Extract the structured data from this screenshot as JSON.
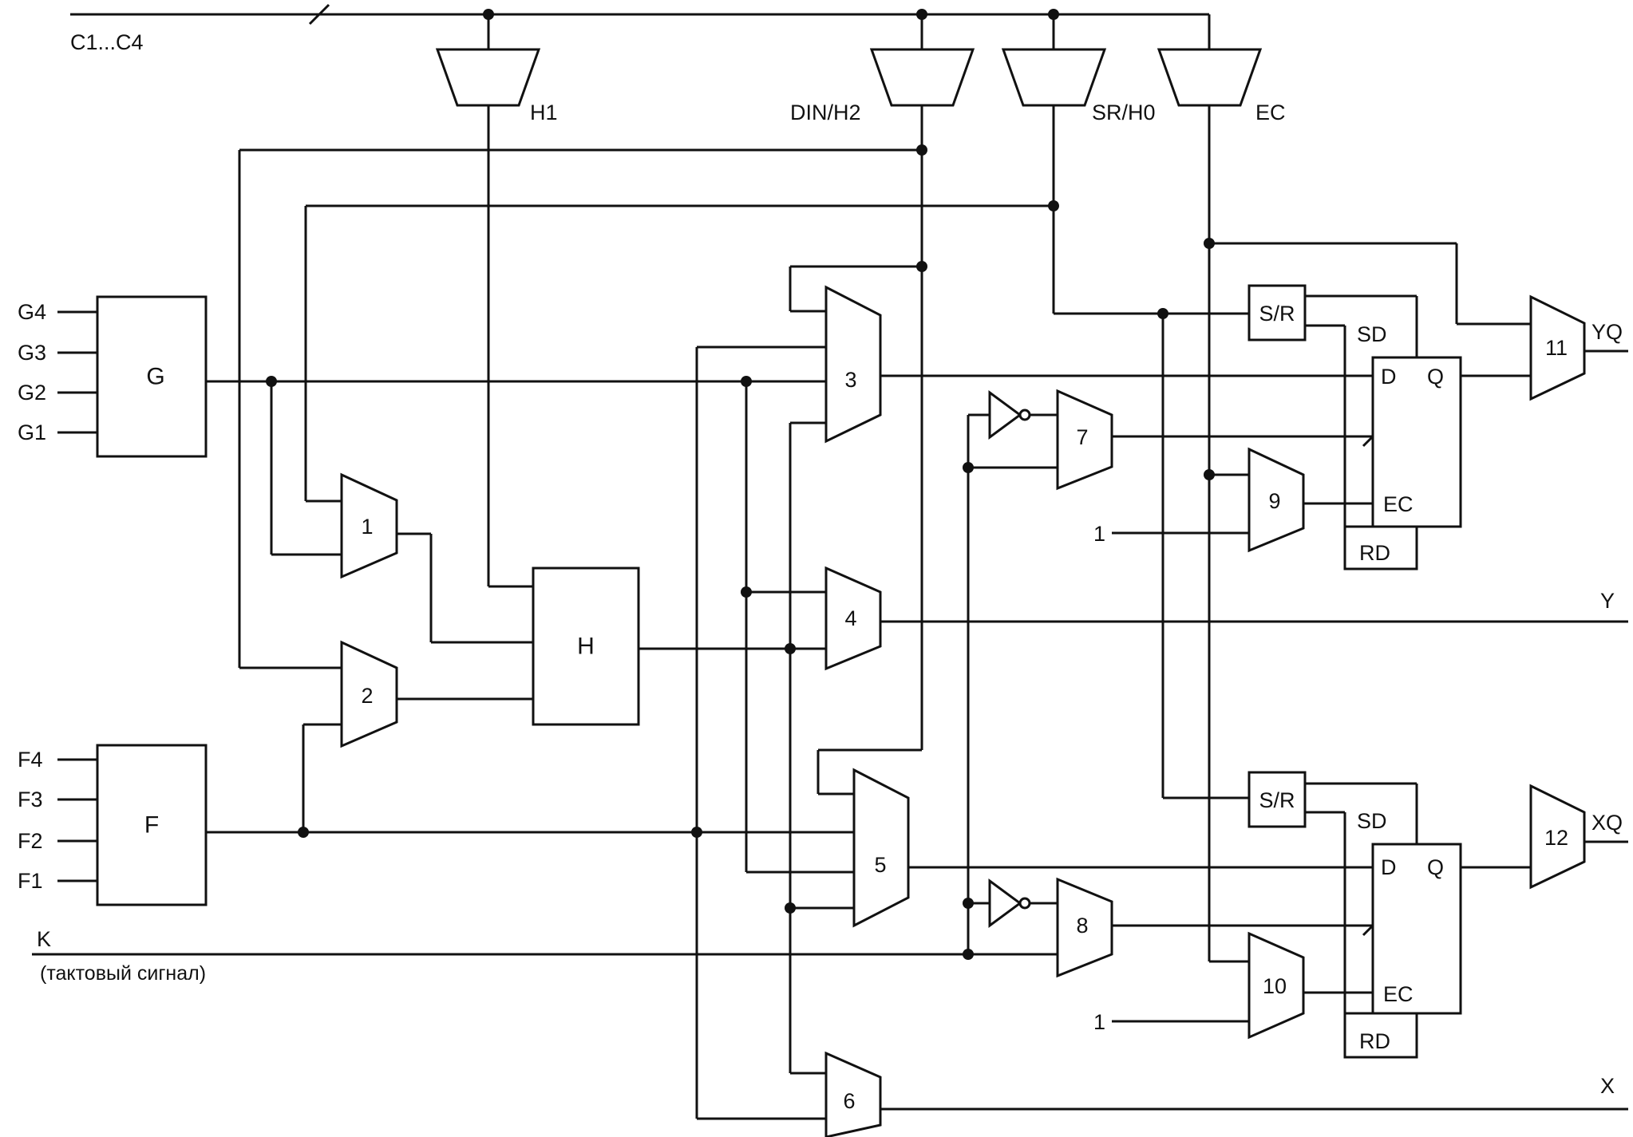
{
  "bus": {
    "label": "C1...C4"
  },
  "top_muxes": [
    {
      "id": "h1",
      "label": "H1"
    },
    {
      "id": "din",
      "label": "DIN/H2"
    },
    {
      "id": "sr",
      "label": "SR/H0"
    },
    {
      "id": "ec",
      "label": "EC"
    }
  ],
  "blocks": {
    "g": {
      "label": "G",
      "inputs": [
        "G4",
        "G3",
        "G2",
        "G1"
      ]
    },
    "f": {
      "label": "F",
      "inputs": [
        "F4",
        "F3",
        "F2",
        "F1"
      ]
    },
    "h": {
      "label": "H"
    }
  },
  "muxes": [
    "1",
    "2",
    "3",
    "4",
    "5",
    "6",
    "7",
    "8",
    "9",
    "10",
    "11",
    "12"
  ],
  "flipflops": {
    "top": {
      "sr": "S/R",
      "sd": "SD",
      "d": "D",
      "q": "Q",
      "ec": "EC",
      "rd": "RD"
    },
    "bottom": {
      "sr": "S/R",
      "sd": "SD",
      "d": "D",
      "q": "Q",
      "ec": "EC",
      "rd": "RD"
    }
  },
  "constants": {
    "one_top": "1",
    "one_bottom": "1"
  },
  "clock": {
    "label": "K",
    "caption": "(тактовый сигнал)"
  },
  "outputs": {
    "yq": "YQ",
    "y": "Y",
    "xq": "XQ",
    "x": "X"
  }
}
